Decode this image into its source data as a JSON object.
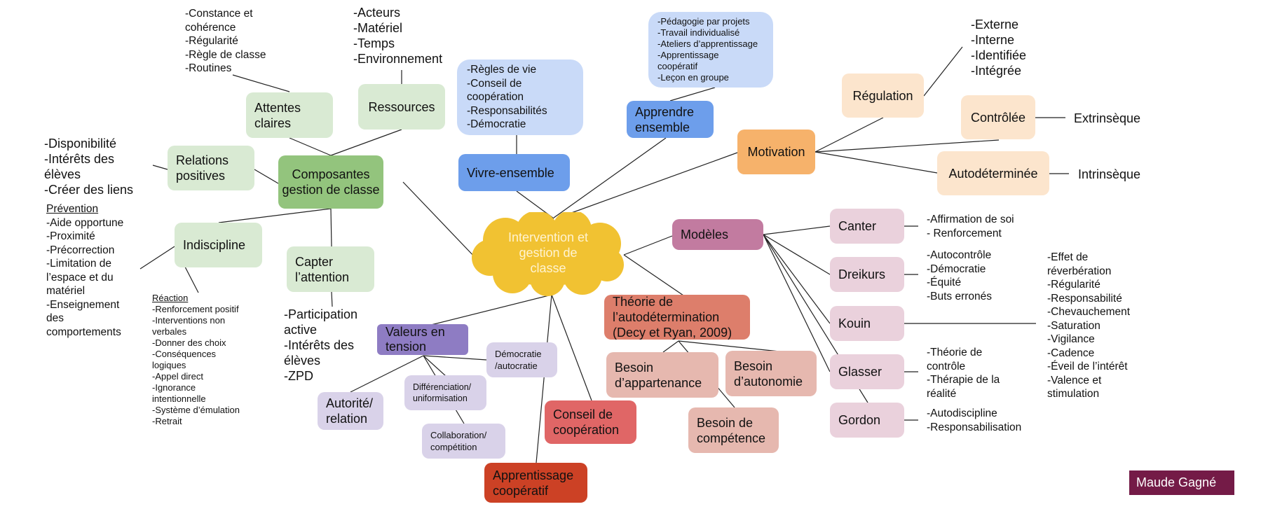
{
  "center": {
    "label": "Intervention et\ngestion de\nclasse",
    "color": "#f1c232"
  },
  "composantes": {
    "label": "Composantes gestion de classe",
    "attentes": {
      "label": "Attentes claires",
      "details": "-Constance et\ncohérence\n-Régularité\n-Règle de classe\n-Routines"
    },
    "ressources": {
      "label": "Ressources",
      "details": "-Acteurs\n-Matériel\n-Temps\n-Environnement"
    },
    "relations": {
      "label": "Relations positives",
      "details": "-Disponibilité\n-Intérêts des\nélèves\n-Créer des liens"
    },
    "indiscipline": {
      "label": "Indiscipline",
      "prevention_title": "Prévention",
      "prevention": "-Aide opportune\n-Proximité\n-Précorrection\n-Limitation de\nl’espace et du\nmatériel\n-Enseignement\ndes\ncomportements",
      "reaction_title": "Réaction",
      "reaction": "-Renforcement positif\n-Interventions non\nverbales\n-Donner des choix\n-Conséquences\nlogiques\n-Appel direct\n-Ignorance\nintentionnelle\n-Système d’émulation\n-Retrait"
    },
    "capter": {
      "label": "Capter l’attention",
      "details": "-Participation\nactive\n-Intérêts des\nélèves\n-ZPD"
    }
  },
  "vivre": {
    "label": "Vivre-ensemble",
    "details": "-Règles de vie\n-Conseil de\ncoopération\n-Responsabilités\n-Démocratie"
  },
  "apprendre": {
    "label": "Apprendre ensemble",
    "details": "-Pédagogie par projets\n-Travail individualisé\n-Ateliers d’apprentissage\n-Apprentissage\ncoopératif\n-Leçon en groupe"
  },
  "motivation": {
    "label": "Motivation",
    "regulation": {
      "label": "Régulation",
      "details": "-Externe\n-Interne\n-Identifiée\n-Intégrée"
    },
    "controlee": {
      "label": "Contrôlée",
      "details": "Extrinsèque"
    },
    "autodeterminee": {
      "label": "Autodéterminée",
      "details": "Intrinsèque"
    }
  },
  "modeles": {
    "label": "Modèles",
    "items": [
      {
        "label": "Canter",
        "details": "-Affirmation de soi\n- Renforcement"
      },
      {
        "label": "Dreikurs",
        "details": "-Autocontrôle\n-Démocratie\n-Équité\n-Buts erronés"
      },
      {
        "label": "Kouin",
        "details": "-Effet de\nréverbération\n-Régularité\n-Responsabilité\n-Chevauchement\n-Saturation\n-Vigilance\n-Cadence\n-Éveil de l’intérêt\n-Valence et\nstimulation"
      },
      {
        "label": "Glasser",
        "details": "-Théorie de\ncontrôle\n-Thérapie de la\nréalité"
      },
      {
        "label": "Gordon",
        "details": "-Autodiscipline\n-Responsabilisation"
      }
    ]
  },
  "theorie": {
    "label": "Théorie de\nl’autodétermination\n(Decy et Ryan, 2009)",
    "besoins": [
      "Besoin\nd’appartenance",
      "Besoin\nd’autonomie",
      "Besoin de\ncompétence"
    ]
  },
  "valeurs": {
    "label": "Valeurs en\ntension",
    "items": [
      "Démocratie\n/autocratie",
      "Différenciation/\nuniformisation",
      "Autorité/\nrelation",
      "Collaboration/\ncompétition"
    ]
  },
  "conseil": {
    "label": "Conseil de\ncoopération"
  },
  "apprentissage": {
    "label": "Apprentissage\ncoopératif"
  },
  "author": "Maude Gagné"
}
